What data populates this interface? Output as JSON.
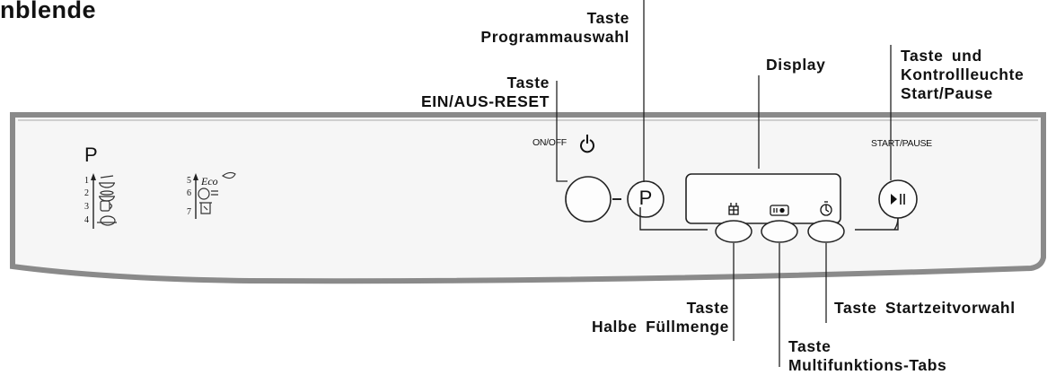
{
  "title": "nblende",
  "callouts": {
    "programmauswahl": [
      "Taste",
      "Programmauswahl"
    ],
    "ein_aus": [
      "Taste",
      "EIN/AUS-RESET"
    ],
    "display": [
      "Display"
    ],
    "start_pause": [
      "Taste  und",
      "Kontrollleuchte",
      "Start/Pause"
    ],
    "halbe": [
      "Taste",
      "Halbe  Füllmenge"
    ],
    "startzeit": [
      "Taste  Startzeitvorwahl"
    ],
    "multi": [
      "Taste",
      "Multifunktions-Tabs"
    ]
  },
  "panel": {
    "onoff_label": "ON/OFF",
    "start_pause_label": "START/PAUSE",
    "p_button_label": "P",
    "program_header": "P",
    "programs_left": [
      "1",
      "2",
      "3",
      "4"
    ],
    "programs_right": [
      "5",
      "6",
      "7"
    ],
    "eco_label": "Eco"
  }
}
